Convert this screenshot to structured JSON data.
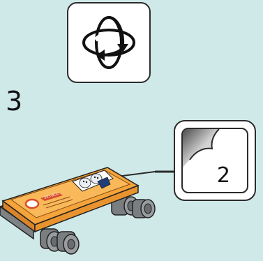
{
  "step": {
    "number": "3"
  },
  "rotate_callout": {
    "icon": "rotate-icon"
  },
  "sticker_callout": {
    "icon": "sticker-peel-icon",
    "quantity": "2"
  },
  "assembly": {
    "plate_color": "#f4a43a",
    "print_text": "555-BOO"
  },
  "colors": {
    "background": "#cfe9e8",
    "box_border": "#2b2b2b",
    "plate_orange": "#f4a43a",
    "wheel_gray": "#8c8f90"
  }
}
